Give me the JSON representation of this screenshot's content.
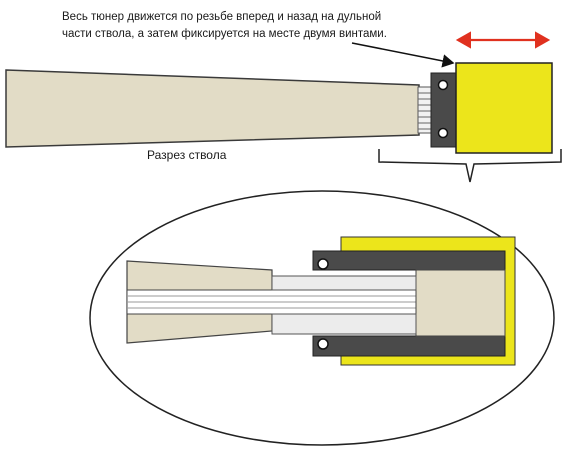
{
  "description_text": "Весь тюнер движется по резьбе вперед и назад на дульной части ствола, а затем фиксируется на месте двумя винтами.",
  "section_label": "Разрез ствола",
  "colors": {
    "barrel": "#e2dcc6",
    "barrel_stroke": "#3a3a3a",
    "tuner_yellow": "#ece51b",
    "clamp_dark": "#4a4a4a",
    "arrow_red": "#e0311f",
    "outline": "#222222",
    "bore_lines": "#9a9a9a"
  },
  "icons": {
    "movement_arrow": "double-headed-arrow",
    "pointer": "pointer-arrow",
    "screw": "screw-icon"
  }
}
